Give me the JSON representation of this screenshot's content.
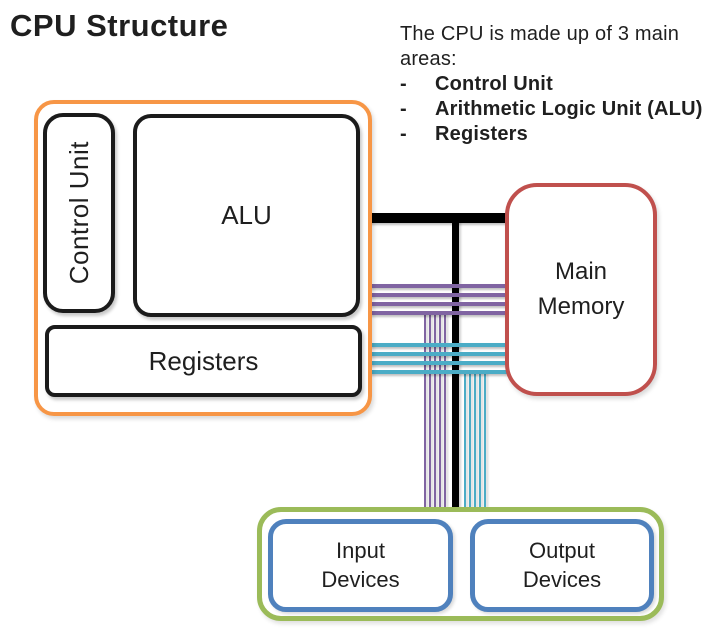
{
  "page": {
    "title": "CPU Structure"
  },
  "note": {
    "intro": "The CPU is made up of 3 main areas:",
    "marker": "-",
    "bullets": [
      "Control Unit",
      "Arithmetic Logic Unit (ALU)",
      "Registers"
    ]
  },
  "diagram": {
    "cpu": {
      "control_unit_label": "Control Unit",
      "alu_label": "ALU",
      "registers_label": "Registers"
    },
    "main_memory_label": "Main Memory",
    "input_devices_label": "Input Devices",
    "output_devices_label": "Output Devices",
    "buses": {
      "purple_horizontal_lines": 4,
      "teal_horizontal_lines": 4,
      "purple_vertical_branches": 5,
      "teal_vertical_branches": 5
    },
    "colors": {
      "cpu_border": "#F79646",
      "inner_box_border": "#1B1B1B",
      "memory_border": "#C0504D",
      "devices_border": "#9BBB59",
      "device_box_border": "#4F81BD",
      "purple_bus": "#8064A2",
      "teal_bus": "#4BACC6",
      "black_bus": "#000000",
      "text": "#1F1F1F",
      "background": "#FFFFFF"
    }
  }
}
